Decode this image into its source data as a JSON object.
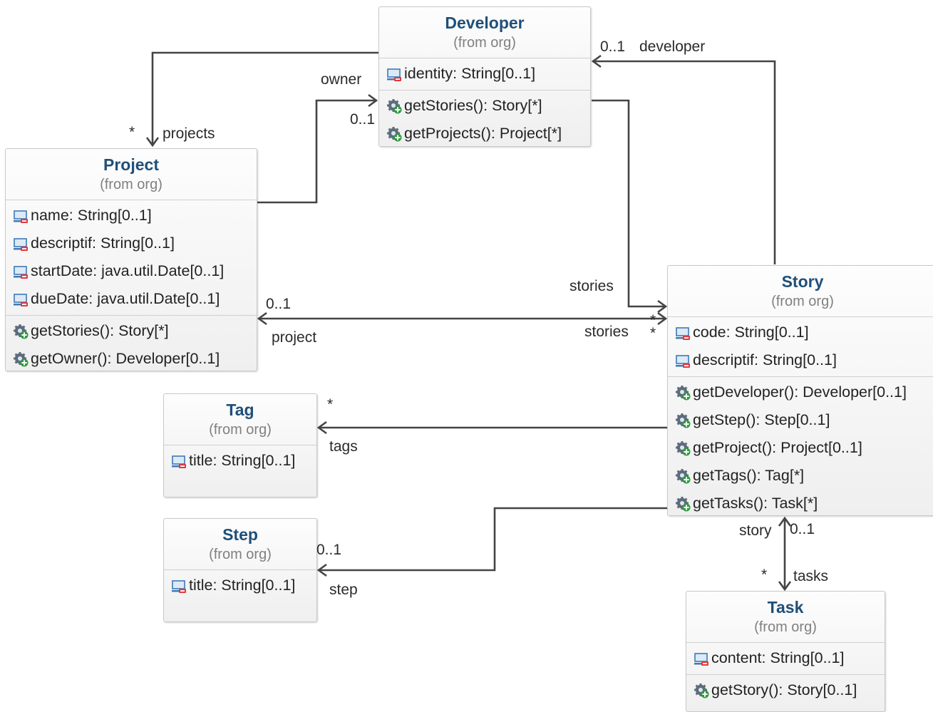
{
  "classes": {
    "developer": {
      "name": "Developer",
      "from": "(from org)",
      "attributes": [
        "identity: String[0..1]"
      ],
      "operations": [
        "getStories(): Story[*]",
        "getProjects(): Project[*]"
      ]
    },
    "project": {
      "name": "Project",
      "from": "(from org)",
      "attributes": [
        "name: String[0..1]",
        "descriptif: String[0..1]",
        "startDate: java.util.Date[0..1]",
        "dueDate: java.util.Date[0..1]"
      ],
      "operations": [
        "getStories(): Story[*]",
        "getOwner(): Developer[0..1]"
      ]
    },
    "story": {
      "name": "Story",
      "from": "(from org)",
      "attributes": [
        "code: String[0..1]",
        "descriptif: String[0..1]"
      ],
      "operations": [
        "getDeveloper(): Developer[0..1]",
        "getStep(): Step[0..1]",
        "getProject(): Project[0..1]",
        "getTags(): Tag[*]",
        "getTasks(): Task[*]"
      ]
    },
    "tag": {
      "name": "Tag",
      "from": "(from org)",
      "attributes": [
        "title: String[0..1]"
      ]
    },
    "step": {
      "name": "Step",
      "from": "(from org)",
      "attributes": [
        "title: String[0..1]"
      ]
    },
    "task": {
      "name": "Task",
      "from": "(from org)",
      "attributes": [
        "content: String[0..1]"
      ],
      "operations": [
        "getStory(): Story[0..1]"
      ]
    }
  },
  "associations": {
    "developer_projects": {
      "mult": "*",
      "role": "projects"
    },
    "project_owner": {
      "role": "owner",
      "mult": "0..1"
    },
    "story_developer": {
      "mult": "0..1",
      "role": "developer"
    },
    "developer_stories": {
      "role": "stories",
      "mult": "*"
    },
    "project_story": {
      "mult_project": "0..1",
      "role_project": "project",
      "role_stories": "stories",
      "mult_stories": "*"
    },
    "story_tags": {
      "mult": "*",
      "role": "tags"
    },
    "story_step": {
      "mult": "0..1",
      "role": "step"
    },
    "story_task": {
      "role_story": "story",
      "mult_story": "0..1",
      "mult_tasks": "*",
      "role_tasks": "tasks"
    }
  },
  "colors": {
    "class_name": "#1f4f79",
    "from_text": "#808080",
    "border": "#c9c9c9",
    "edge": "#444444"
  }
}
